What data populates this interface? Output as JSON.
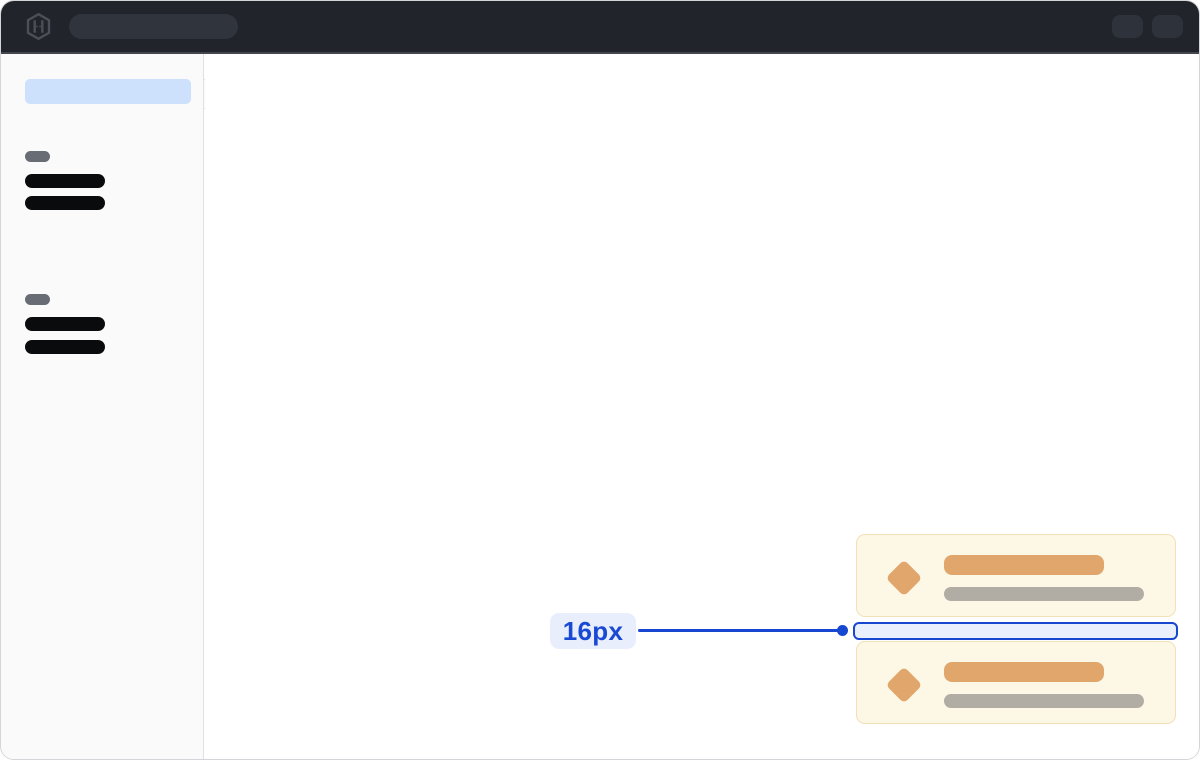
{
  "topbar": {
    "logo_icon": "hashicorp-logo-icon",
    "search_skeleton": "empty-search-placeholder",
    "action_skeleton_count": 2
  },
  "sidebar": {
    "active_item_skeleton": "selected-nav-item-placeholder",
    "groups": [
      {
        "label_skeleton": "group-label-placeholder",
        "item_count": 2
      },
      {
        "label_skeleton": "group-label-placeholder",
        "item_count": 2
      }
    ],
    "toggle_handle": "sidebar-collapse-handle"
  },
  "main": {
    "cards": [
      {
        "icon": "diamond-icon",
        "title_skeleton": true,
        "text_skeleton": true
      },
      {
        "icon": "diamond-icon",
        "title_skeleton": true,
        "text_skeleton": true
      }
    ]
  },
  "annotation": {
    "spacing_label": "16px",
    "accent_color": "#1747d0",
    "accent_fill": "#e9effc"
  },
  "colors": {
    "topbar_bg": "#21242b",
    "topbar_pill": "#2f343d",
    "sidebar_bg": "#fafafa",
    "divider": "#e0e1e4",
    "skeleton_blue": "#cde0fc",
    "skeleton_gray": "#686d75",
    "skeleton_dark": "#0a0b0d",
    "card_bg": "#fdf7e6",
    "card_border": "#f2e1b8",
    "card_accent": "#e0a66b",
    "card_muted": "#b1ada4"
  }
}
